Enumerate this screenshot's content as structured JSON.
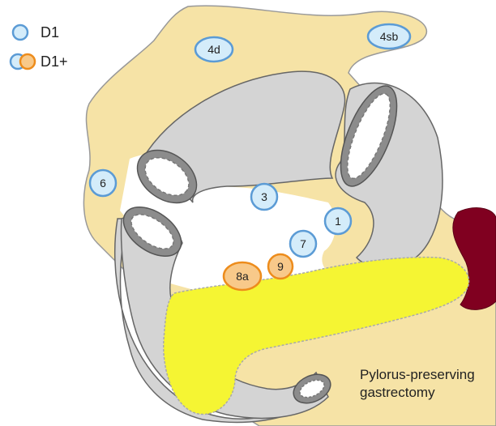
{
  "legend": {
    "d1_label": "D1",
    "d1plus_label": "D1+"
  },
  "caption": {
    "line1": "Pylorus-preserving",
    "line2": "gastrectomy"
  },
  "nodes": {
    "n4d": "4d",
    "n4sb": "4sb",
    "n6": "6",
    "n3": "3",
    "n1": "1",
    "n7": "7",
    "n9": "9",
    "n8a": "8a"
  },
  "colors": {
    "d1_fill": "#d4ecfa",
    "d1_stroke": "#5b9bd5",
    "d1plus_fill": "#f8c98a",
    "d1plus_stroke": "#ed8c1c",
    "mesentery": "#f6e3a6",
    "stomach": "#d4d4d4",
    "pancreas": "#f5f533",
    "spleen": "#800020"
  }
}
